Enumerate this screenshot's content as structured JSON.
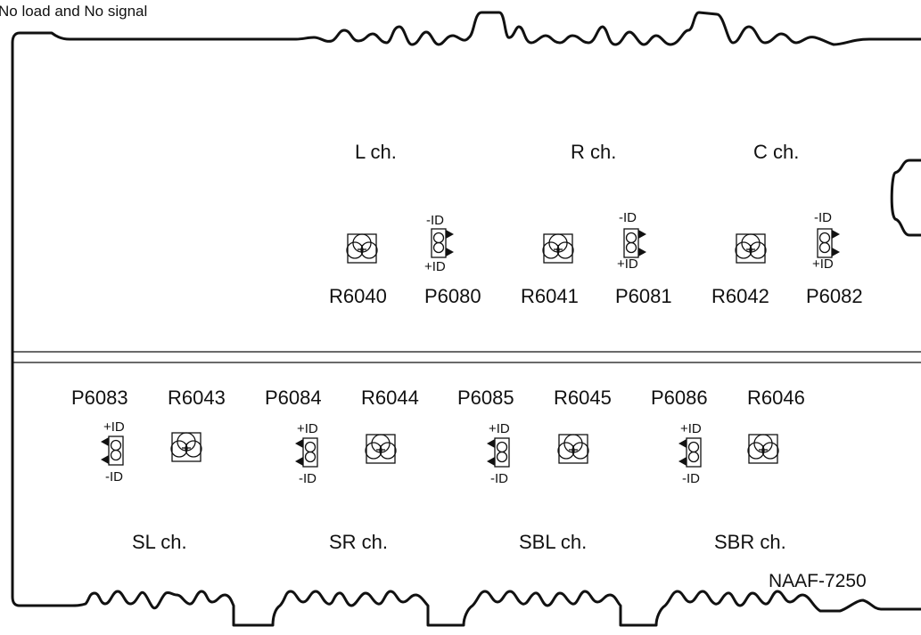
{
  "note": "No load and No signal",
  "board_code": "NAAF-7250",
  "upper_channels": [
    {
      "channel": "L ch.",
      "resistor": "R6040",
      "connector": "P6080",
      "pin_top": "-ID",
      "pin_bottom": "+ID"
    },
    {
      "channel": "R ch.",
      "resistor": "R6041",
      "connector": "P6081",
      "pin_top": "-ID",
      "pin_bottom": "+ID"
    },
    {
      "channel": "C ch.",
      "resistor": "R6042",
      "connector": "P6082",
      "pin_top": "-ID",
      "pin_bottom": "+ID"
    }
  ],
  "lower_channels": [
    {
      "channel": "SL ch.",
      "connector": "P6083",
      "resistor": "R6043",
      "pin_top": "+ID",
      "pin_bottom": "-ID"
    },
    {
      "channel": "SR ch.",
      "connector": "P6084",
      "resistor": "R6044",
      "pin_top": "+ID",
      "pin_bottom": "-ID"
    },
    {
      "channel": "SBL ch.",
      "connector": "P6085",
      "resistor": "R6045",
      "pin_top": "+ID",
      "pin_bottom": "-ID"
    },
    {
      "channel": "SBR ch.",
      "connector": "P6086",
      "resistor": "R6046",
      "pin_top": "+ID",
      "pin_bottom": "-ID"
    }
  ]
}
